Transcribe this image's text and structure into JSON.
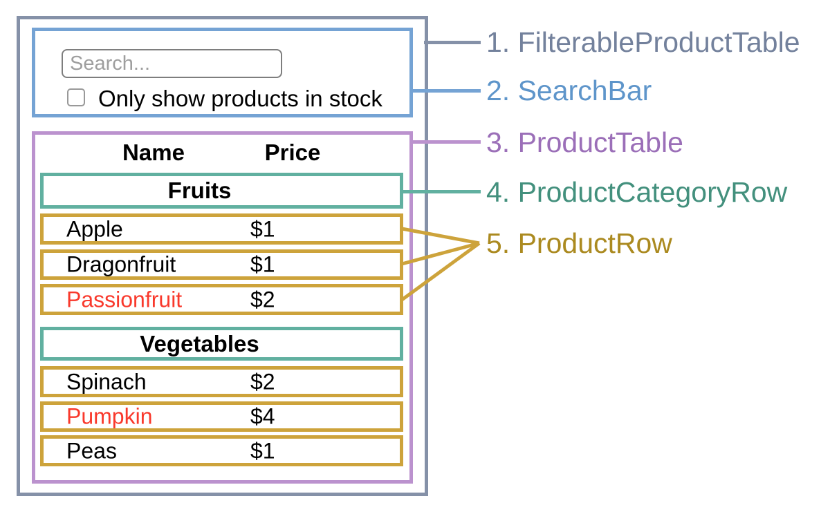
{
  "colors": {
    "bg": "#ffffff",
    "slate-border": "#8591a8",
    "slate-text": "#73819c",
    "blue-border": "#75a3d4",
    "blue-text": "#5e95ca",
    "purple-border": "#bb92ce",
    "purple-text": "#9b6fb8",
    "teal-border": "#61b0a0",
    "teal-text": "#43907d",
    "gold-border": "#cda33b",
    "gold-text": "#ab8a20",
    "red-text": "#f9392c",
    "input-border": "#7e7e7e",
    "placeholder-text": "#9e9e9e",
    "checkbox-border": "#999999",
    "body-text": "#000000"
  },
  "search_bar": {
    "placeholder": "Search...",
    "checkbox_label": "Only show products in stock",
    "checkbox_checked": false
  },
  "table": {
    "headers": {
      "name": "Name",
      "price": "Price"
    },
    "sections": [
      {
        "category": "Fruits",
        "rows": [
          {
            "name": "Apple",
            "price": "$1",
            "out_of_stock": false
          },
          {
            "name": "Dragonfruit",
            "price": "$1",
            "out_of_stock": false
          },
          {
            "name": "Passionfruit",
            "price": "$2",
            "out_of_stock": true
          }
        ]
      },
      {
        "category": "Vegetables",
        "rows": [
          {
            "name": "Spinach",
            "price": "$2",
            "out_of_stock": false
          },
          {
            "name": "Pumpkin",
            "price": "$4",
            "out_of_stock": true
          },
          {
            "name": "Peas",
            "price": "$1",
            "out_of_stock": false
          }
        ]
      }
    ]
  },
  "legend": [
    {
      "label": "1. FilterableProductTable",
      "color": "#73819c"
    },
    {
      "label": "2. SearchBar",
      "color": "#5e95ca"
    },
    {
      "label": "3. ProductTable",
      "color": "#9b6fb8"
    },
    {
      "label": "4. ProductCategoryRow",
      "color": "#43907d"
    },
    {
      "label": "5. ProductRow",
      "color": "#ab8a20"
    }
  ]
}
